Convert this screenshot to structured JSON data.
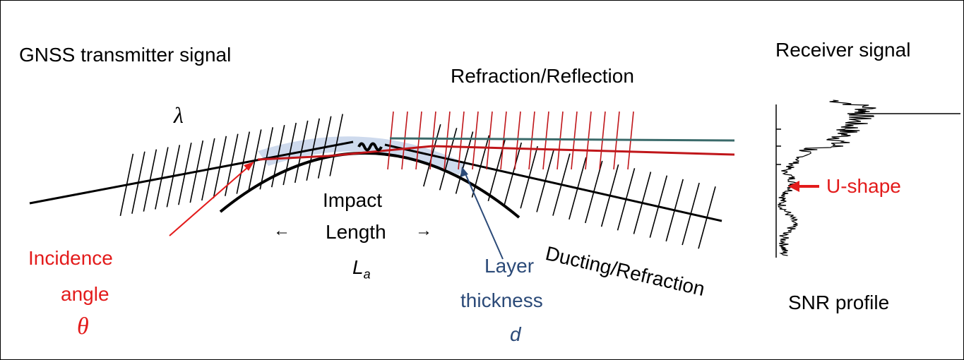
{
  "labels": {
    "transmitter": "GNSS transmitter signal",
    "receiver": "Receiver signal",
    "refraction_reflection": "Refraction/Reflection",
    "lambda": "λ",
    "impact": "Impact",
    "length": "Length",
    "la_main": "L",
    "la_sub": "a",
    "incidence": "Incidence",
    "angle": "angle",
    "theta": "θ",
    "layer": "Layer",
    "thickness": "thickness",
    "d": "d",
    "ducting": "Ducting/Refraction",
    "ushape": "U-shape",
    "snr": "SNR profile",
    "left_arrow": "←",
    "right_arrow": "→"
  },
  "colors": {
    "red": "#e31b1b",
    "blue": "#2b4a78",
    "teal": "#3a6a6a",
    "layer": "#c6d4ea",
    "black": "#000000"
  }
}
